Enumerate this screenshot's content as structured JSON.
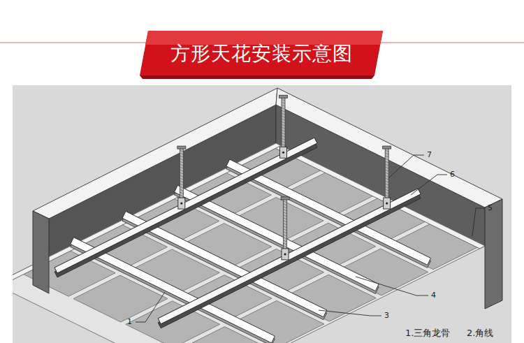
{
  "diagram": {
    "title": "方形天花安装示意图",
    "labels": [
      "7",
      "6",
      "5",
      "4",
      "3",
      "1",
      "1.三角龙骨",
      "2.角线"
    ]
  }
}
